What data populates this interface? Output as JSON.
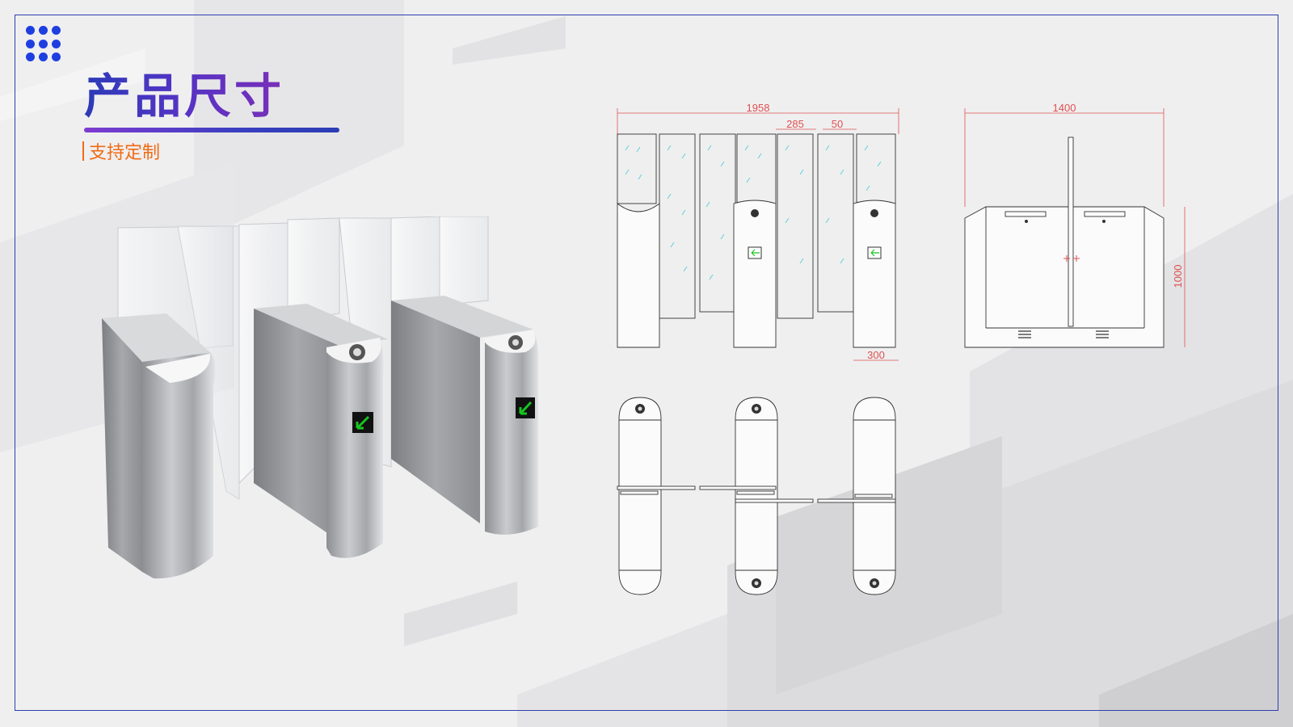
{
  "header": {
    "title": "产品尺寸",
    "subtitle": "支持定制"
  },
  "front_view": {
    "width_dim": "1958",
    "gap_dim": "285",
    "glass_dim": "50",
    "cabinet_dim": "300"
  },
  "side_view": {
    "length_dim": "1400",
    "height_dim": "1000"
  },
  "colors": {
    "accent_blue": "#2f3fb0",
    "accent_purple": "#7a2fb8",
    "subtitle_orange": "#f26a12",
    "dimension_red": "#e05050",
    "indicator_green": "#19c31f"
  },
  "icons": [
    "grid-dots-icon",
    "green-arrow-indicator-icon",
    "card-reader-icon"
  ]
}
